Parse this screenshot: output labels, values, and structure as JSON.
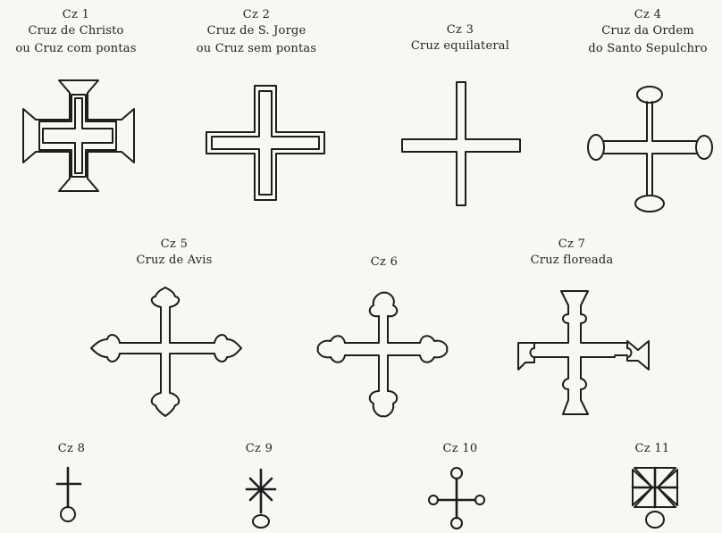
{
  "crosses": [
    {
      "code": "Cz 1",
      "name_lines": [
        "Cruz de Christo",
        "ou Cruz com pontas"
      ]
    },
    {
      "code": "Cz 2",
      "name_lines": [
        "Cruz de S. Jorge",
        "ou Cruz sem pontas"
      ]
    },
    {
      "code": "Cz 3",
      "name_lines": [
        "Cruz equilateral"
      ]
    },
    {
      "code": "Cz 4",
      "name_lines": [
        "Cruz da Ordem",
        "do Santo Sepulchro"
      ]
    },
    {
      "code": "Cz 5",
      "name_lines": [
        "Cruz de Avis"
      ]
    },
    {
      "code": "Cz 6",
      "name_lines": []
    },
    {
      "code": "Cz 7",
      "name_lines": [
        "Cruz floreada"
      ]
    },
    {
      "code": "Cz 8",
      "name_lines": []
    },
    {
      "code": "Cz 9",
      "name_lines": []
    },
    {
      "code": "Cz 10",
      "name_lines": []
    },
    {
      "code": "Cz 11",
      "name_lines": []
    }
  ]
}
